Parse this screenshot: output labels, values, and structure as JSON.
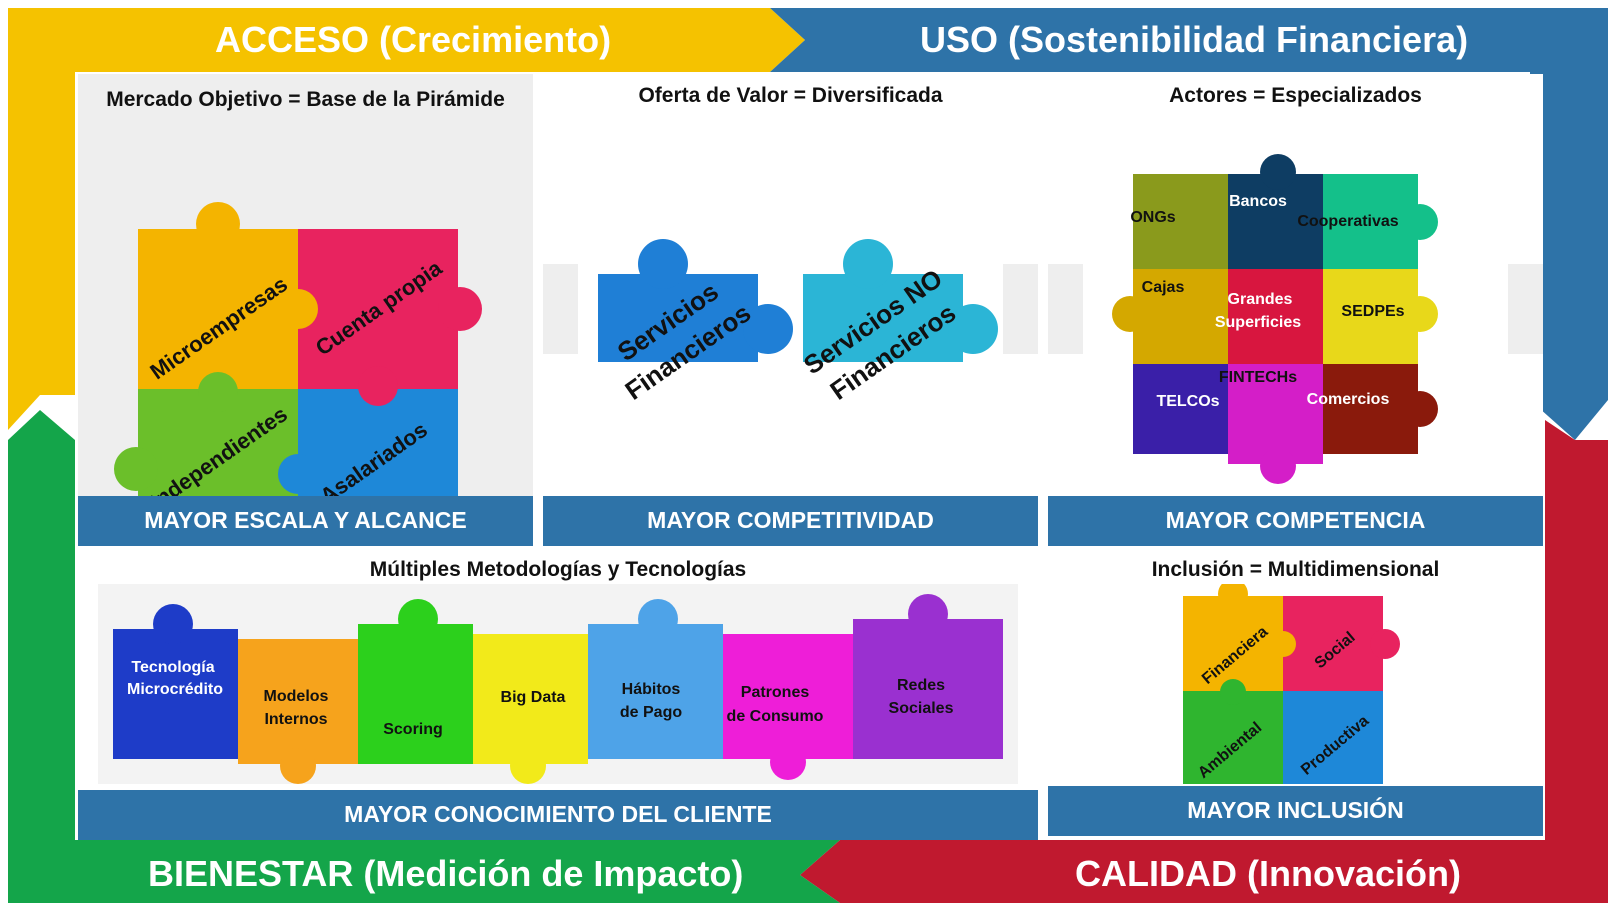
{
  "corners": {
    "top_left": "ACCESO (Crecimiento)",
    "top_right": "USO (Sostenibilidad Financiera)",
    "bottom_left": "BIENESTAR (Medición de Impacto)",
    "bottom_right": "CALIDAD (Innovación)"
  },
  "colors": {
    "acceso": "#f5c200",
    "uso": "#2e73a8",
    "bienestar": "#14a54a",
    "calidad": "#c0192f",
    "bar": "#2e73a8"
  },
  "mercado": {
    "title": "Mercado Objetivo = Base de la Pirámide",
    "pieces": [
      "Microempresas",
      "Cuenta propia",
      "Independientes",
      "Asalariados"
    ],
    "footer": "MAYOR ESCALA Y ALCANCE"
  },
  "oferta": {
    "title": "Oferta de Valor = Diversificada",
    "pieces": [
      {
        "line1": "Servicios",
        "line2": "Financieros"
      },
      {
        "line1": "Servicios NO",
        "line2": "Financieros"
      }
    ],
    "footer": "MAYOR COMPETITIVIDAD"
  },
  "actores": {
    "title": "Actores = Especializados",
    "pieces": [
      "ONGs",
      "Bancos",
      "Cooperativas",
      "Cajas",
      "Grandes",
      "Superficies",
      "SEDPEs",
      "TELCOs",
      "FINTECHs",
      "Comercios"
    ],
    "footer": "MAYOR COMPETENCIA"
  },
  "metodologias": {
    "title": "Múltiples Metodologías y Tecnologías",
    "pieces": [
      {
        "line1": "Tecnología",
        "line2": "Microcrédito"
      },
      {
        "line1": "Modelos",
        "line2": "Internos"
      },
      {
        "line1": "Scoring",
        "line2": ""
      },
      {
        "line1": "Big Data",
        "line2": ""
      },
      {
        "line1": "Hábitos",
        "line2": "de Pago"
      },
      {
        "line1": "Patrones",
        "line2": "de Consumo"
      },
      {
        "line1": "Redes",
        "line2": "Sociales"
      }
    ],
    "footer": "MAYOR CONOCIMIENTO DEL CLIENTE"
  },
  "inclusion": {
    "title": "Inclusión = Multidimensional",
    "pieces": [
      "Financiera",
      "Social",
      "Ambiental",
      "Productiva"
    ],
    "footer": "MAYOR INCLUSIÓN"
  }
}
